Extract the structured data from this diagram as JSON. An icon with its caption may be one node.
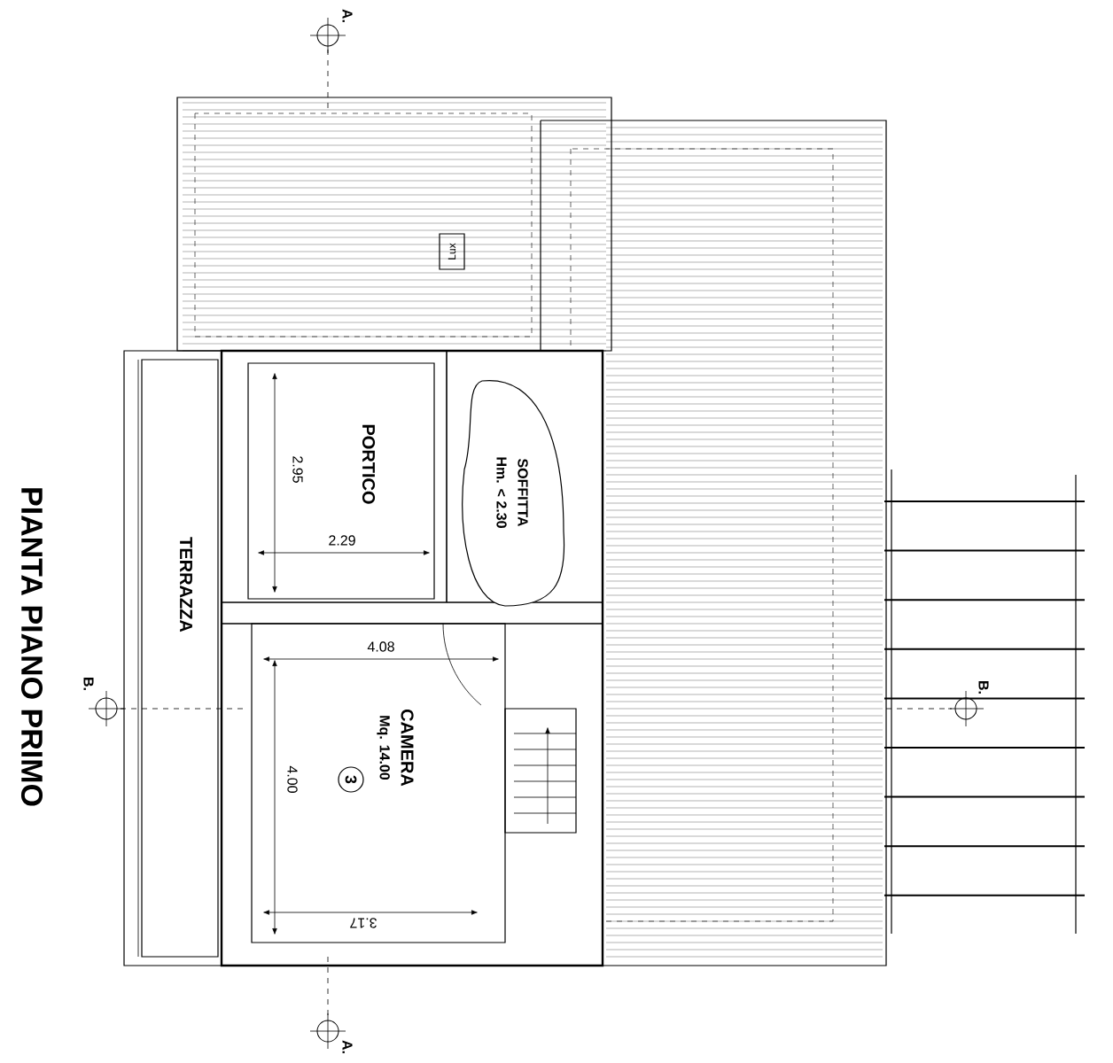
{
  "diagram": {
    "title": "PIANTA PIANO PRIMO",
    "nodes": [
      {
        "text": [
          "Lux"
        ]
      },
      {
        "text": [
          "PORTICO"
        ]
      },
      {
        "text": [
          "SOFFITTA",
          "Hm. < 2.30"
        ]
      },
      {
        "text": [
          "TERRAZZA"
        ]
      },
      {
        "text": [
          "CAMERA",
          "Mq. 14.00"
        ]
      },
      {
        "text": [
          "3"
        ],
        "in": 4
      }
    ],
    "labels": [
      "A.",
      "2.95",
      "2.29",
      "4.08",
      "B.",
      "B.",
      "4.00",
      "3.17",
      "A."
    ]
  }
}
